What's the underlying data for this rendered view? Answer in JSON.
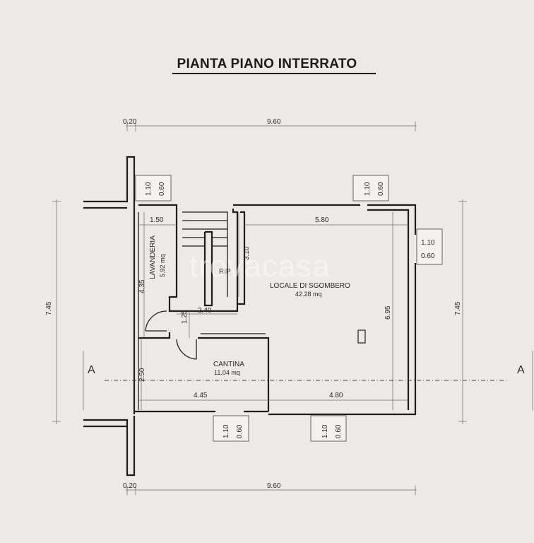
{
  "title": "PIANTA PIANO INTERRATO",
  "dimensions": {
    "top_left": "0.20",
    "top_total": "9.60",
    "bottom_left": "0.20",
    "bottom_total": "9.60",
    "left_height": "7.45",
    "right_height": "7.45",
    "lavanderia_width": "1.50",
    "sgombero_width": "5.80",
    "stair_height": "3.10",
    "lavanderia_height": "4.35",
    "rip_width": "2.40",
    "step_height": "1.25",
    "cantina_height": "2.50",
    "cantina_width": "4.45",
    "sgombero_bottom_width": "4.80",
    "sgombero_height": "6.95"
  },
  "windows": {
    "w1_h": "1.10",
    "w1_v": "0.60",
    "w2_h": "1.10",
    "w2_v": "0.60",
    "w3_h": "1.10",
    "w3_v": "0.60",
    "w4_h": "1.10",
    "w4_v": "0.60",
    "w5_h": "1.10",
    "w5_v": "0.60"
  },
  "rooms": {
    "lavanderia_name": "LAVANDERIA",
    "lavanderia_area": "5.92 mq",
    "rip_name": "RIP",
    "sgombero_name": "LOCALE DI SGOMBERO",
    "sgombero_area": "42.28 mq",
    "cantina_name": "CANTINA",
    "cantina_area": "11.04 mq"
  },
  "section": {
    "left": "A",
    "right": "A"
  },
  "watermark": "trovacasa"
}
